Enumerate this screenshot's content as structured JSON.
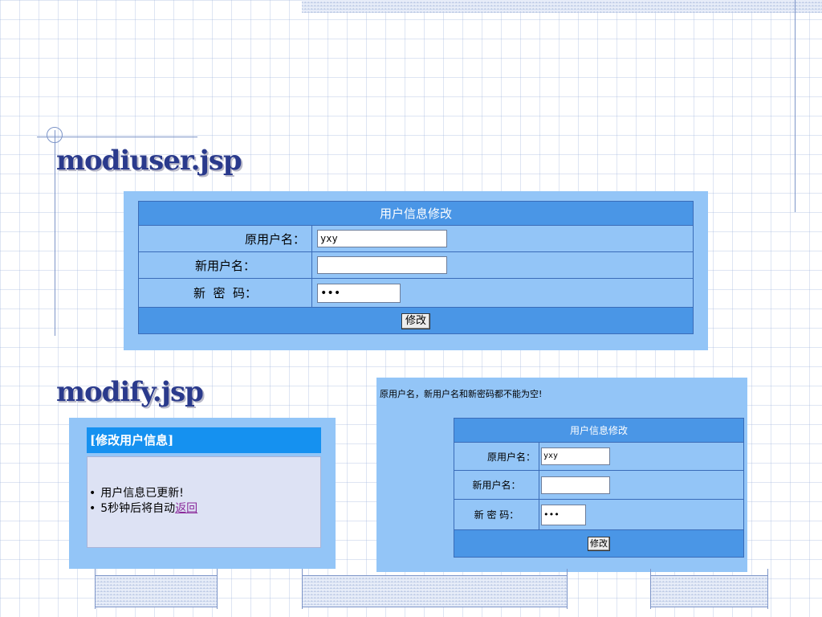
{
  "slide": {
    "title_modiuser": "modiuser.jsp",
    "title_modify": "modify.jsp"
  },
  "form1": {
    "header": "用户信息修改",
    "orig_label": "原用户名：",
    "orig_value": "yxy",
    "new_label": "新用户名：",
    "new_value": "",
    "pwd_label": "新  密  码：",
    "pwd_value": "•••",
    "submit_label": "修改"
  },
  "result": {
    "header": "[修改用户信息]",
    "items": [
      "用户信息已更新!",
      "5秒钟后将自动"
    ],
    "link_text": "返回"
  },
  "form2": {
    "message": "原用户名，新用户名和新密码都不能为空!",
    "header": "用户信息修改",
    "orig_label": "原用户名：",
    "orig_value": "yxy",
    "new_label": "新用户名：",
    "new_value": "",
    "pwd_label": "新 密 码：",
    "pwd_value": "•••",
    "submit_label": "修改"
  },
  "colors": {
    "panel_bg": "#93c5f7",
    "header_bg": "#4a96e6",
    "title_color": "#2a3a8c"
  }
}
